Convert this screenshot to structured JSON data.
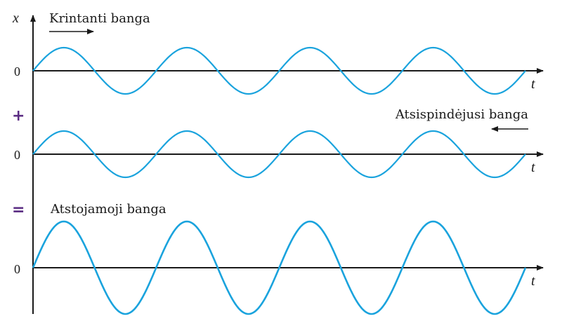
{
  "vertical_axis_label": "x",
  "time_axis_label": "t",
  "zero_label": "0",
  "plus_sign": "+",
  "equals_sign": "=",
  "colors": {
    "wave": "#1aa3dd",
    "operator": "#5b2d83",
    "axis": "#1a1a1a"
  },
  "waves": [
    {
      "label": "Krintanti banga",
      "direction": "right",
      "amplitude": 1,
      "periods": 4
    },
    {
      "label": "Atsispindėjusi banga",
      "direction": "left",
      "amplitude": 1,
      "periods": 4
    },
    {
      "label": "Atstojamoji banga",
      "amplitude": 2,
      "periods": 4
    }
  ]
}
